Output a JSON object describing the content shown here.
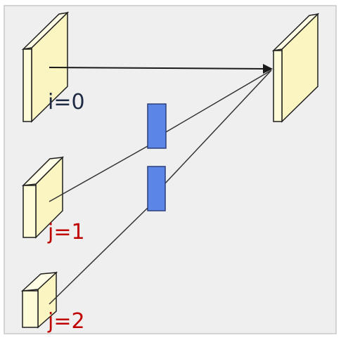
{
  "labels": {
    "i0": "i=0",
    "j1": "j=1",
    "j2": "j=2"
  },
  "colors": {
    "background": "#efefef",
    "frame_border": "#c9c9c9",
    "block_front": "#fdfbd8",
    "block_side": "#fbf5c1",
    "block_top": "#fffde6",
    "block_stroke": "#1f1f1f",
    "node_fill": "#5b86e8",
    "node_stroke": "#2b3f7a",
    "line": "#333333",
    "label_i": "#1f2a44",
    "label_j": "#c00000"
  }
}
